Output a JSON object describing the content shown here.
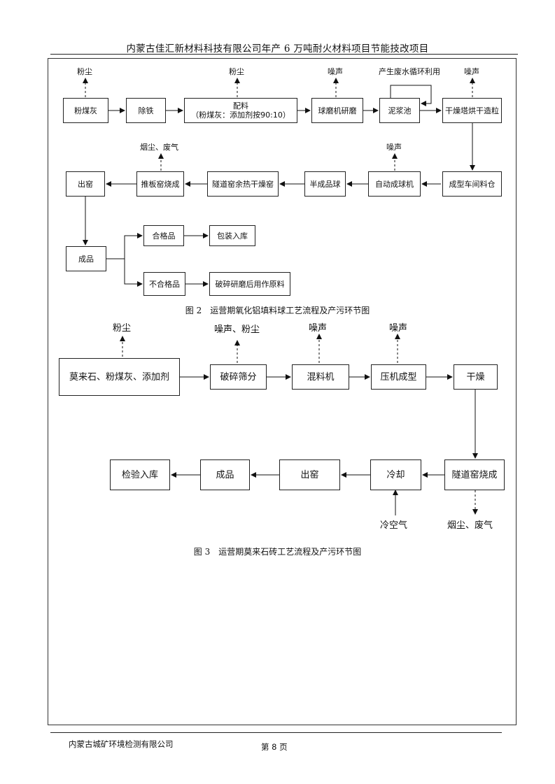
{
  "header": {
    "title": "内蒙古佳汇新材料科技有限公司年产 6 万吨耐火材料项目节能技改项目"
  },
  "figure2": {
    "caption": "图 2　运营期氧化铝填料球工艺流程及产污环节图",
    "boxes": {
      "flyash": "粉煤灰",
      "iron_removal": "除铁",
      "batching_line1": "配料",
      "batching_line2": "（粉煤灰：添加剂按90:10）",
      "ball_mill": "球磨机研磨",
      "slurry_tank": "泥浆池",
      "spray_dryer": "干燥塔烘干造粒",
      "workshop_bin": "成型车间料仓",
      "auto_baller": "自动成球机",
      "semi_ball": "半成品球",
      "tunnel_dryer": "隧道窑余热干燥窑",
      "pusher_kiln": "推板窑烧成",
      "kiln_out": "出窑",
      "product": "成品",
      "qualified": "合格品",
      "packing": "包装入库",
      "unqualified": "不合格品",
      "crushed_raw": "破碎研磨后用作原料"
    },
    "labels": {
      "dust1": "粉尘",
      "dust2": "粉尘",
      "noise_mill": "噪声",
      "wastewater": "产生废水循环利用",
      "noise_dryer": "噪声",
      "noise_baller": "噪声",
      "smoke_gas": "烟尘、废气"
    }
  },
  "figure3": {
    "caption": "图 3　运营期莫来石砖工艺流程及产污环节图",
    "boxes": {
      "raw_mix": "莫来石、粉煤灰、添加剂",
      "crush_screen": "破碎筛分",
      "mixer": "混料机",
      "press": "压机成型",
      "dry": "干燥",
      "tunnel_kiln": "隧道窑烧成",
      "cooling": "冷却",
      "kiln_out": "出窑",
      "product": "成品",
      "inspect_store": "检验入库"
    },
    "labels": {
      "dust": "粉尘",
      "noise_dust": "噪声、粉尘",
      "noise_mixer": "噪声",
      "noise_press": "噪声",
      "cold_air": "冷空气",
      "smoke_gas": "烟尘、废气"
    }
  },
  "footer": {
    "company": "内蒙古城矿环境检测有限公司",
    "page": "第 8 页"
  }
}
